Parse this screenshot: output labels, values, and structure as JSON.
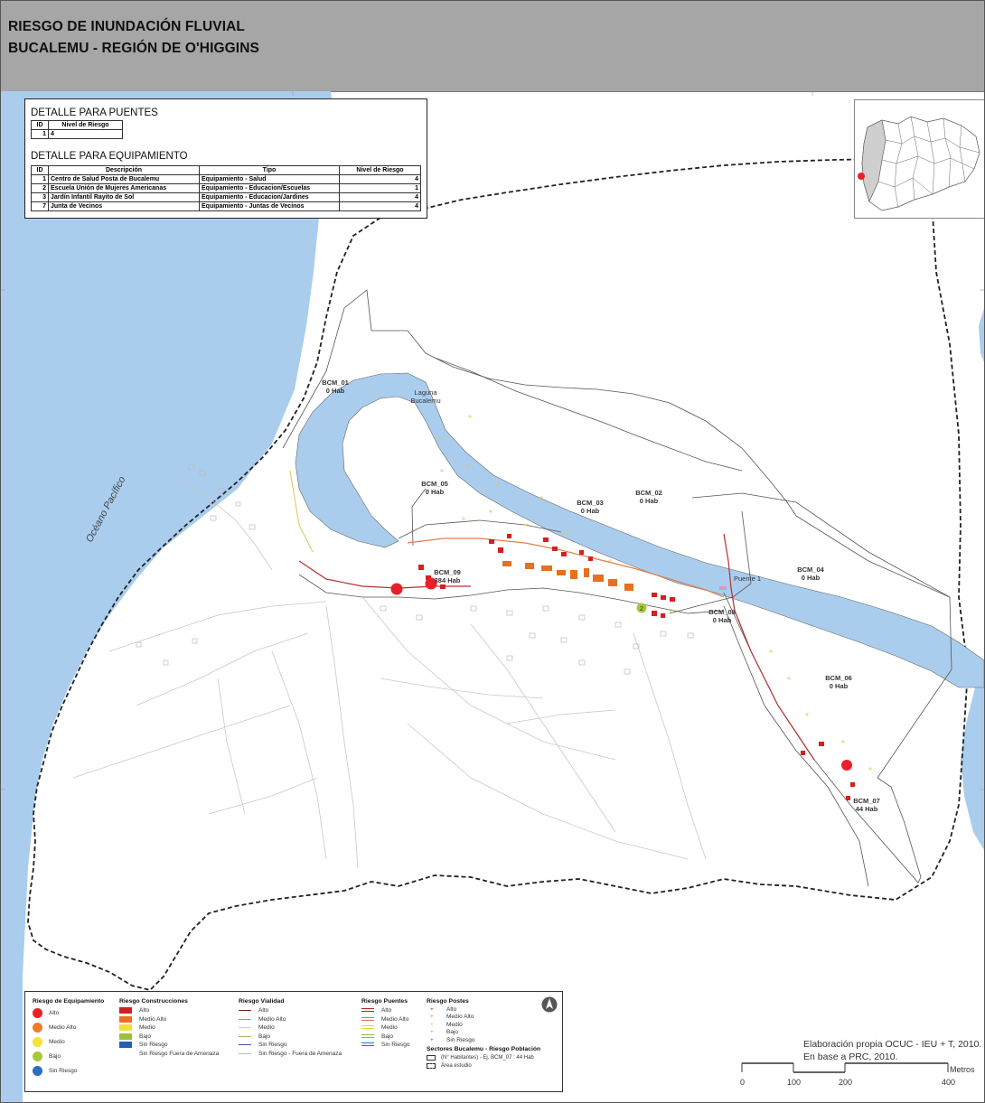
{
  "header": {
    "title_line1": "RIESGO DE INUNDACIÓN FLUVIAL",
    "title_line2": "BUCALEMU - REGIÓN DE O'HIGGINS"
  },
  "detalle_puentes": {
    "title": "DETALLE PARA PUENTES",
    "columns": [
      "ID",
      "Nivel de Riesgo"
    ],
    "rows": [
      [
        "1",
        "4"
      ]
    ]
  },
  "detalle_equipamiento": {
    "title": "DETALLE PARA EQUIPAMIENTO",
    "columns": [
      "ID",
      "Descripción",
      "Tipo",
      "Nivel de Riesgo"
    ],
    "rows": [
      [
        "1",
        "Centro de Salud Posta de Bucalemu",
        "Equipamiento - Salud",
        "4"
      ],
      [
        "2",
        "Escuela Unión de Mujeres Americanas",
        "Equipamiento - Educacion/Escuelas",
        "1"
      ],
      [
        "3",
        "Jardín Infantil Rayito de Sol",
        "Equipamiento - Educacion/Jardines",
        "4"
      ],
      [
        "7",
        "Junta de Vecinos",
        "Equipamiento - Juntas de Vecinos",
        "4"
      ]
    ]
  },
  "map_labels": {
    "ocean": "Océano Pacífico",
    "laguna_1": "Laguna",
    "laguna_2": "Bucalemu",
    "puente": "Puente 1",
    "marker_2": "2"
  },
  "sectors": [
    {
      "name": "BCM_01",
      "hab": "0 Hab"
    },
    {
      "name": "BCM_05",
      "hab": "0 Hab"
    },
    {
      "name": "BCM_03",
      "hab": "0 Hab"
    },
    {
      "name": "BCM_02",
      "hab": "0 Hab"
    },
    {
      "name": "BCM_04",
      "hab": "0 Hab"
    },
    {
      "name": "BCM_09",
      "hab": "384 Hab"
    },
    {
      "name": "BCM_08",
      "hab": "0 Hab"
    },
    {
      "name": "BCM_06",
      "hab": "0 Hab"
    },
    {
      "name": "BCM_07",
      "hab": "44 Hab"
    }
  ],
  "legend": {
    "equipamiento": {
      "title": "Riesgo de Equipamiento",
      "items": [
        {
          "label": "Alto",
          "color": "#e8202a"
        },
        {
          "label": "Medio Alto",
          "color": "#f07a2a"
        },
        {
          "label": "Medio",
          "color": "#f5e23a"
        },
        {
          "label": "Bajo",
          "color": "#a8c83a"
        },
        {
          "label": "Sin Riesgo",
          "color": "#2a6fc0"
        }
      ]
    },
    "construcciones": {
      "title": "Riesgo Construcciones",
      "items": [
        {
          "label": "Alto",
          "color": "#d42020"
        },
        {
          "label": "Medio Alto",
          "color": "#e8701e"
        },
        {
          "label": "Medio",
          "color": "#f5dc40"
        },
        {
          "label": "Bajo",
          "color": "#9cc03a"
        },
        {
          "label": "Sin Riesgo",
          "color": "#2060b8"
        },
        {
          "label": "Sin Riesgo Fuera de Amenaza",
          "color": "#ffffff"
        }
      ]
    },
    "vialidad": {
      "title": "Riesgo Vialidad",
      "items": [
        {
          "label": "Alto",
          "color": "#7a1a1a"
        },
        {
          "label": "Medio Alto",
          "color": "#d68a5a"
        },
        {
          "label": "Medio",
          "color": "#e8d870"
        },
        {
          "label": "Bajo",
          "color": "#9ab860"
        },
        {
          "label": "Sin Riesgo",
          "color": "#3a5aa0"
        },
        {
          "label": "Sin Riesgo - Fuera de Amenaza",
          "color": "#bbbbbb"
        }
      ]
    },
    "puentes": {
      "title": "Riesgo Puentes",
      "items": [
        {
          "label": "Alto",
          "color": "#c02020"
        },
        {
          "label": "Medio Alto",
          "color": "#e07a40"
        },
        {
          "label": "Medio",
          "color": "#e8d040"
        },
        {
          "label": "Bajo",
          "color": "#8ab840"
        },
        {
          "label": "Sin Riesgo",
          "color": "#3a70c0"
        }
      ]
    },
    "postes": {
      "title": "Riesgo Postes",
      "items": [
        {
          "label": "Alto",
          "color": "#c02020"
        },
        {
          "label": "Medio Alto",
          "color": "#e07a40"
        },
        {
          "label": "Medio",
          "color": "#e8c840"
        },
        {
          "label": "Bajo",
          "color": "#8ab840"
        },
        {
          "label": "Sin Riesgo",
          "color": "#3a70c0"
        }
      ]
    },
    "sectores": {
      "title": "Sectores Bucalemu - Riesgo Población",
      "item1": "(N° Habitantes) - Ej. BCM_07 : 44 Hab",
      "item2": "Área estudio"
    }
  },
  "credit": {
    "line1": "Elaboración propia OCUC - IEU + T, 2010.",
    "line2": "En base a PRC, 2010."
  },
  "scale": {
    "unit": "Metros",
    "ticks": [
      "0",
      "100",
      "200",
      "400"
    ]
  },
  "colors": {
    "water": "#aacdee",
    "header": "#a6a6a6"
  }
}
